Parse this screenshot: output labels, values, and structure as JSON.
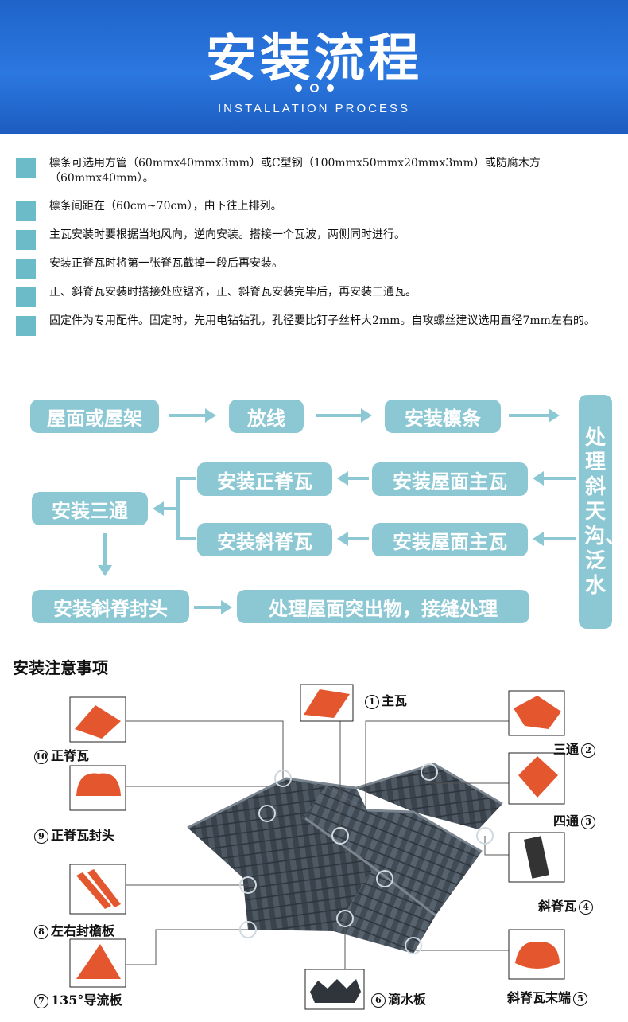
{
  "header": {
    "title": "安装流程",
    "subtitle": "INSTALLATION PROCESS"
  },
  "notes": [
    "檩条可选用方管（60mmx40mmx3mm）或C型钢（100mmx50mmx20mmx3mm）或防腐木方（60mmx40mm）。",
    "檩条间距在（60cm~70cm），由下往上排列。",
    "主瓦安装时要根据当地风向，逆向安装。搭接一个瓦波，两侧同时进行。",
    "安装正脊瓦时将第一张脊瓦截掉一段后再安装。",
    "正、斜脊瓦安装时搭接处应锯齐，正、斜脊瓦安装完毕后，再安装三通瓦。",
    "固定件为专用配件。固定时，先用电钻钻孔，孔径要比钉子丝杆大2mm。自攻螺丝建议选用直径7mm左右的。"
  ],
  "flow": {
    "step1": "屋面或屋架",
    "step2": "放线",
    "step3": "安装檩条",
    "step4": "处理斜天沟、泛水",
    "step5a": "安装屋面主瓦",
    "step5b": "安装屋面主瓦",
    "step6a": "安装正脊瓦",
    "step6b": "安装斜脊瓦",
    "step7": "安装三通",
    "step8": "安装斜脊封头",
    "step9": "处理屋面突出物，接缝处理"
  },
  "colors": {
    "header_blue": "#2b78e0",
    "flow_teal": "#8cc8d3",
    "marker_teal": "#6bbcc8",
    "tile_orange": "#e4572e",
    "roof_gray": "#4a5560"
  },
  "precautions": {
    "title": "安装注意事项",
    "parts": [
      {
        "num": "1",
        "name": "主瓦"
      },
      {
        "num": "2",
        "name": "三通"
      },
      {
        "num": "3",
        "name": "四通"
      },
      {
        "num": "4",
        "name": "斜脊瓦"
      },
      {
        "num": "5",
        "name": "斜脊瓦末端"
      },
      {
        "num": "6",
        "name": "滴水板"
      },
      {
        "num": "7",
        "name": "135°导流板"
      },
      {
        "num": "8",
        "name": "左右封檐板"
      },
      {
        "num": "9",
        "name": "正脊瓦封头"
      },
      {
        "num": "10",
        "name": "正脊瓦"
      }
    ]
  }
}
